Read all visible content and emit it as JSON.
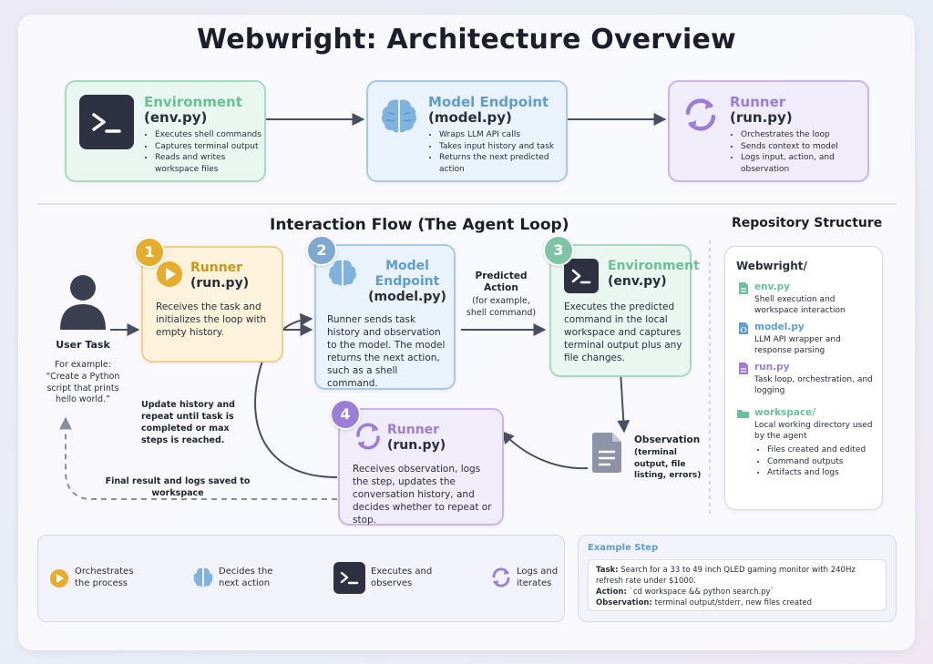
{
  "title": "Webwright: Architecture Overview",
  "colors": {
    "environment": "#6bbf9a",
    "model": "#5f9dcc",
    "runner": "#9a7ed8",
    "gold": "#e5ac2e"
  },
  "components": {
    "environment": {
      "name": "Environment",
      "file": "(env.py)",
      "icon": "terminal-icon",
      "bullets": [
        "Executes shell commands",
        "Captures terminal output",
        "Reads and writes workspace files"
      ]
    },
    "model": {
      "name": "Model Endpoint",
      "file": "(model.py)",
      "icon": "brain-icon",
      "bullets": [
        "Wraps LLM API calls",
        "Takes input history and task",
        "Returns the next predicted action"
      ]
    },
    "runner": {
      "name": "Runner",
      "file": "(run.py)",
      "icon": "refresh-icon",
      "bullets": [
        "Orchestrates the loop",
        "Sends context to model",
        "Logs input, action, and observation"
      ]
    }
  },
  "flow": {
    "title": "Interaction Flow (The Agent Loop)",
    "user_task": {
      "label": "User Task",
      "example_intro": "For example:",
      "example_text": "“Create a Python script that prints hello world.”"
    },
    "steps": [
      {
        "num": "1",
        "name": "Runner",
        "file": "(run.py)",
        "desc": "Receives the task and initializes the loop with empty history."
      },
      {
        "num": "2",
        "name": "Model Endpoint",
        "file": "(model.py)",
        "desc": "Runner sends task history and observation to the model. The model returns the next action, such as a shell command."
      },
      {
        "num": "3",
        "name": "Environment",
        "file": "(env.py)",
        "desc": "Executes the predicted command in the local workspace and captures terminal output plus any file changes."
      },
      {
        "num": "4",
        "name": "Runner",
        "file": "(run.py)",
        "desc": "Receives observation, logs the step, updates the conversation history, and decides whether to repeat or stop."
      }
    ],
    "predicted_action": {
      "title": "Predicted Action",
      "note": "(for example, shell command)"
    },
    "observation": {
      "title": "Observation",
      "note": "(terminal output, file listing, errors)"
    },
    "update_note": "Update history and repeat until task is completed or max steps is reached.",
    "final_note": "Final result and logs saved to workspace"
  },
  "repo": {
    "title": "Repository Structure",
    "root": "Webwright/",
    "items": [
      {
        "name": "env.py",
        "desc": "Shell execution and workspace interaction",
        "icon": "file-icon"
      },
      {
        "name": "model.py",
        "desc": "LLM API wrapper and response parsing",
        "icon": "code-file-icon"
      },
      {
        "name": "run.py",
        "desc": "Task loop, orchestration, and logging",
        "icon": "file-icon"
      },
      {
        "name": "workspace/",
        "desc": "Local working directory used by the agent",
        "icon": "folder-icon",
        "sub": [
          "Files created and edited",
          "Command outputs",
          "Artifacts and logs"
        ]
      }
    ]
  },
  "legend": [
    {
      "label": "Orchestrates the process",
      "icon": "play-icon"
    },
    {
      "label": "Decides the next action",
      "icon": "brain-icon"
    },
    {
      "label": "Executes and observes",
      "icon": "terminal-icon"
    },
    {
      "label": "Logs and iterates",
      "icon": "refresh-icon"
    }
  ],
  "example": {
    "title": "Example Step",
    "task_label": "Task:",
    "task": "Search for a 33 to 49 inch QLED gaming monitor with 240Hz refresh rate under $1000.",
    "action_label": "Action:",
    "action": "`cd workspace && python search.py`",
    "observation_label": "Observation:",
    "observation": "terminal output/stderr, new files created"
  }
}
